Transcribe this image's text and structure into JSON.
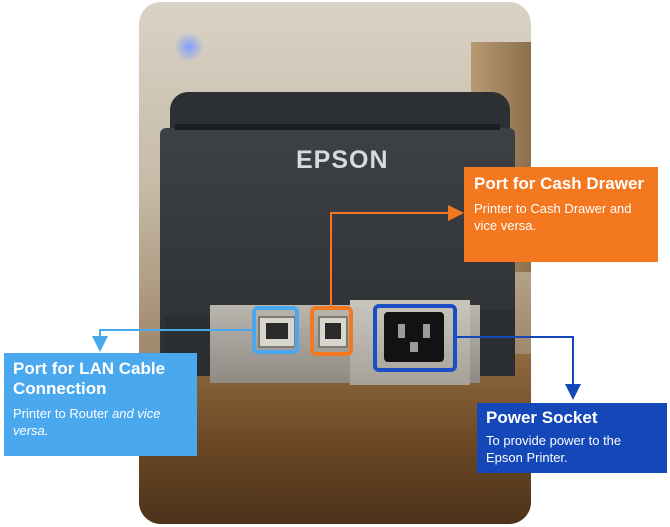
{
  "photo": {
    "brand_label": "EPSON"
  },
  "callouts": {
    "cash_drawer": {
      "title": "Port for Cash Drawer",
      "description": "Printer to Cash Drawer and vice versa.",
      "color": "#f37820"
    },
    "lan": {
      "title": "Port for LAN Cable Connection",
      "description_plain": "Printer to Router ",
      "description_emphasis": "and vice versa.",
      "color": "#4aa8ef"
    },
    "power": {
      "title": "Power Socket",
      "description": "To provide power to the Epson Printer.",
      "color": "#1447b8"
    }
  }
}
